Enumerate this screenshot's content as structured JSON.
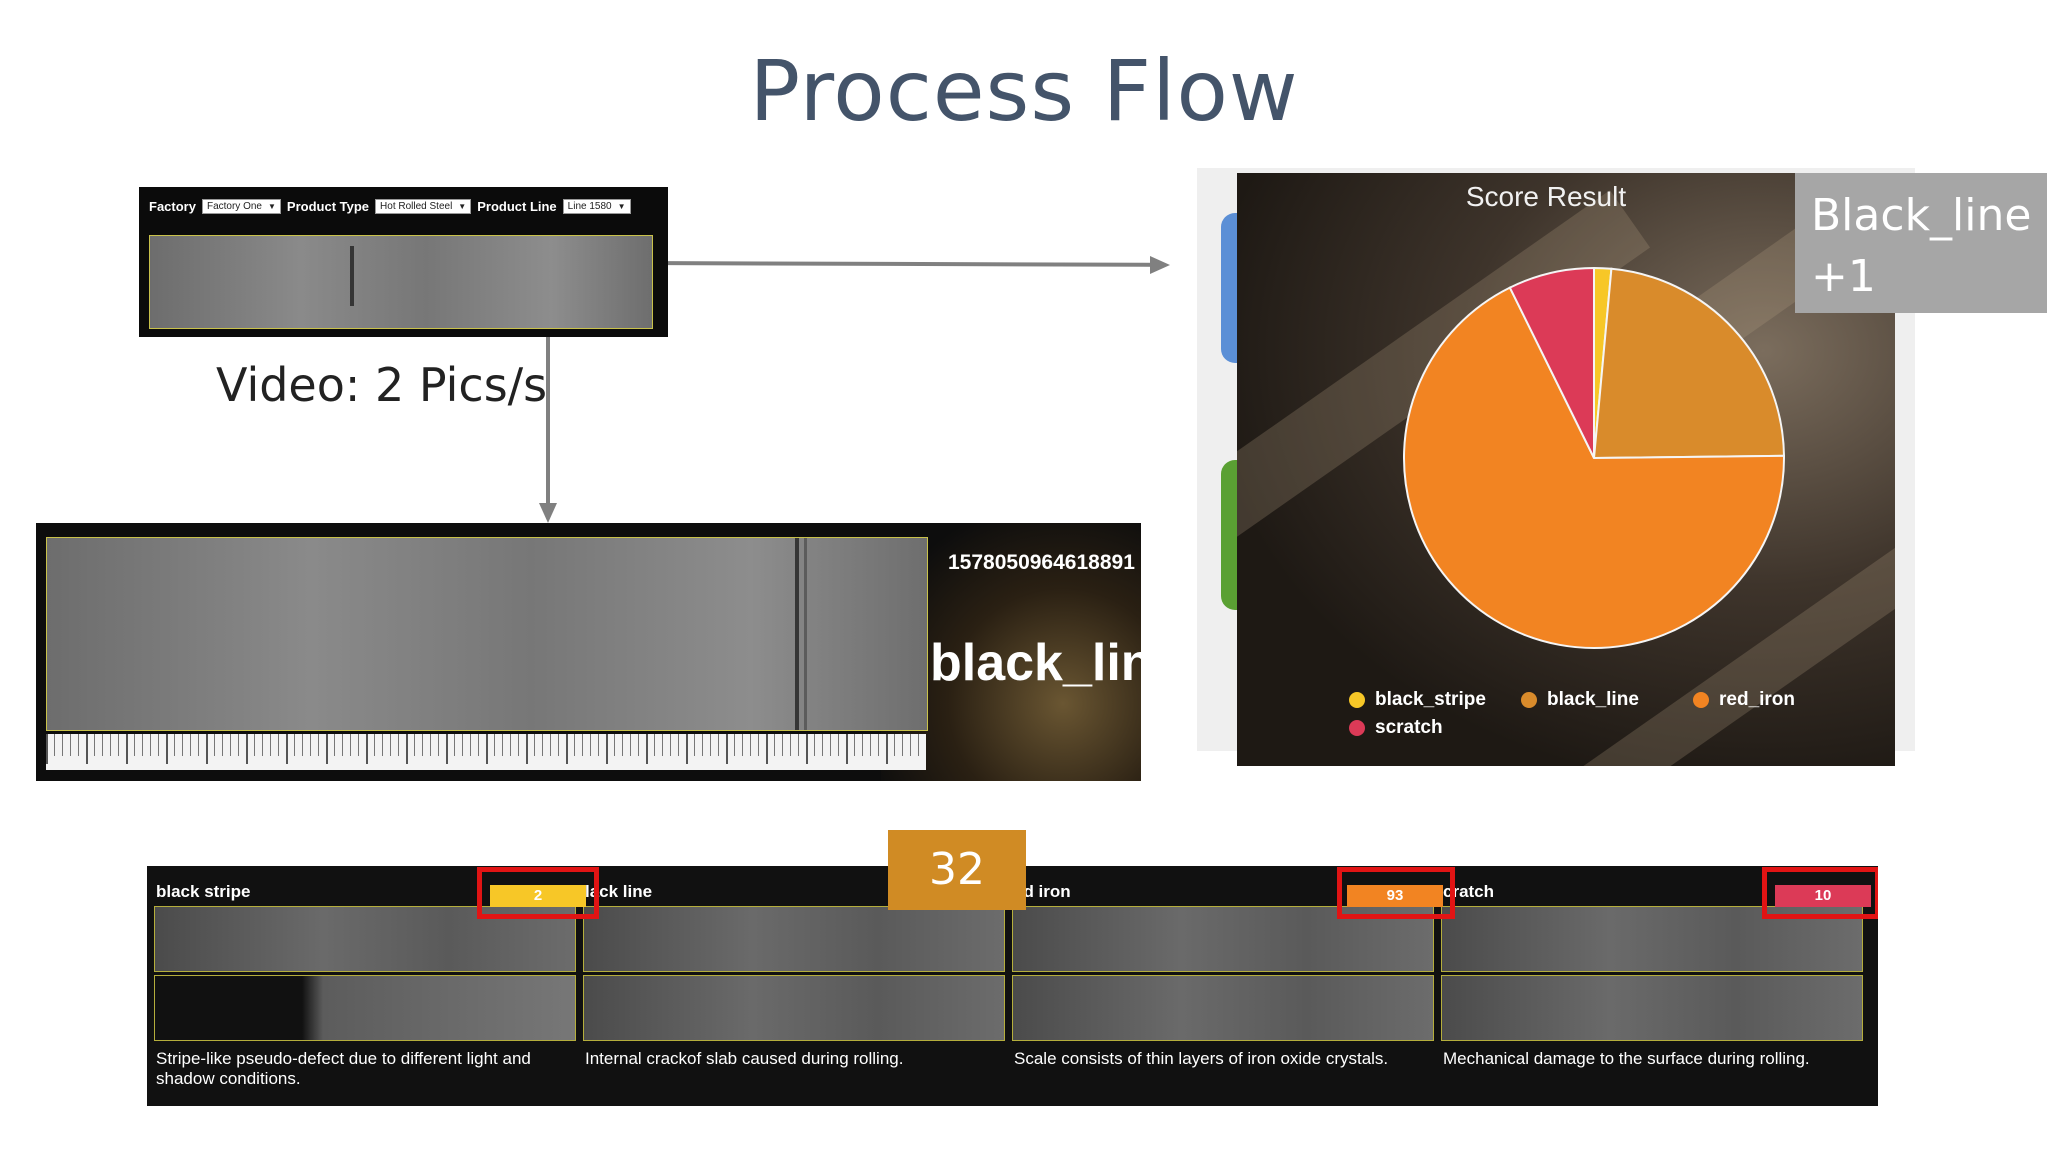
{
  "title": "Process Flow",
  "controls": {
    "factory_label": "Factory",
    "factory_value": "Factory One",
    "product_type_label": "Product Type",
    "product_type_value": "Hot Rolled Steel",
    "product_line_label": "Product Line",
    "product_line_value": "Line 1580"
  },
  "video_caption": "Video: 2 Pics/s",
  "detection": {
    "id": "1578050964618891",
    "label": "black_line"
  },
  "score": {
    "title": "Score Result",
    "badge_line1": "Black_line",
    "badge_line2": "+1",
    "legend": [
      {
        "name": "black_stripe",
        "color": "#f7c727"
      },
      {
        "name": "black_line",
        "color": "#d98b2b"
      },
      {
        "name": "red_iron",
        "color": "#f28422"
      },
      {
        "name": "scratch",
        "color": "#dc3a57"
      }
    ]
  },
  "chart_data": {
    "type": "pie",
    "title": "Score Result",
    "categories": [
      "black_stripe",
      "black_line",
      "red_iron",
      "scratch"
    ],
    "values": [
      2,
      32,
      93,
      10
    ],
    "colors": [
      "#f7c727",
      "#d98b2b",
      "#f28422",
      "#dc3a57"
    ]
  },
  "categories": [
    {
      "title": "black stripe",
      "count": "2",
      "count_color": "#f7c727",
      "desc": "Stripe-like pseudo-defect due to different light and shadow conditions."
    },
    {
      "title": "lack line",
      "count": "",
      "count_color": "",
      "desc": "Internal crackof slab caused during rolling."
    },
    {
      "title": "ed iron",
      "count": "93",
      "count_color": "#f28422",
      "desc": "Scale consists of thin layers of iron oxide crystals."
    },
    {
      "title": "cratch",
      "count": "10",
      "count_color": "#dc3a57",
      "desc": "Mechanical damage to the surface during rolling."
    }
  ],
  "tally": "32"
}
